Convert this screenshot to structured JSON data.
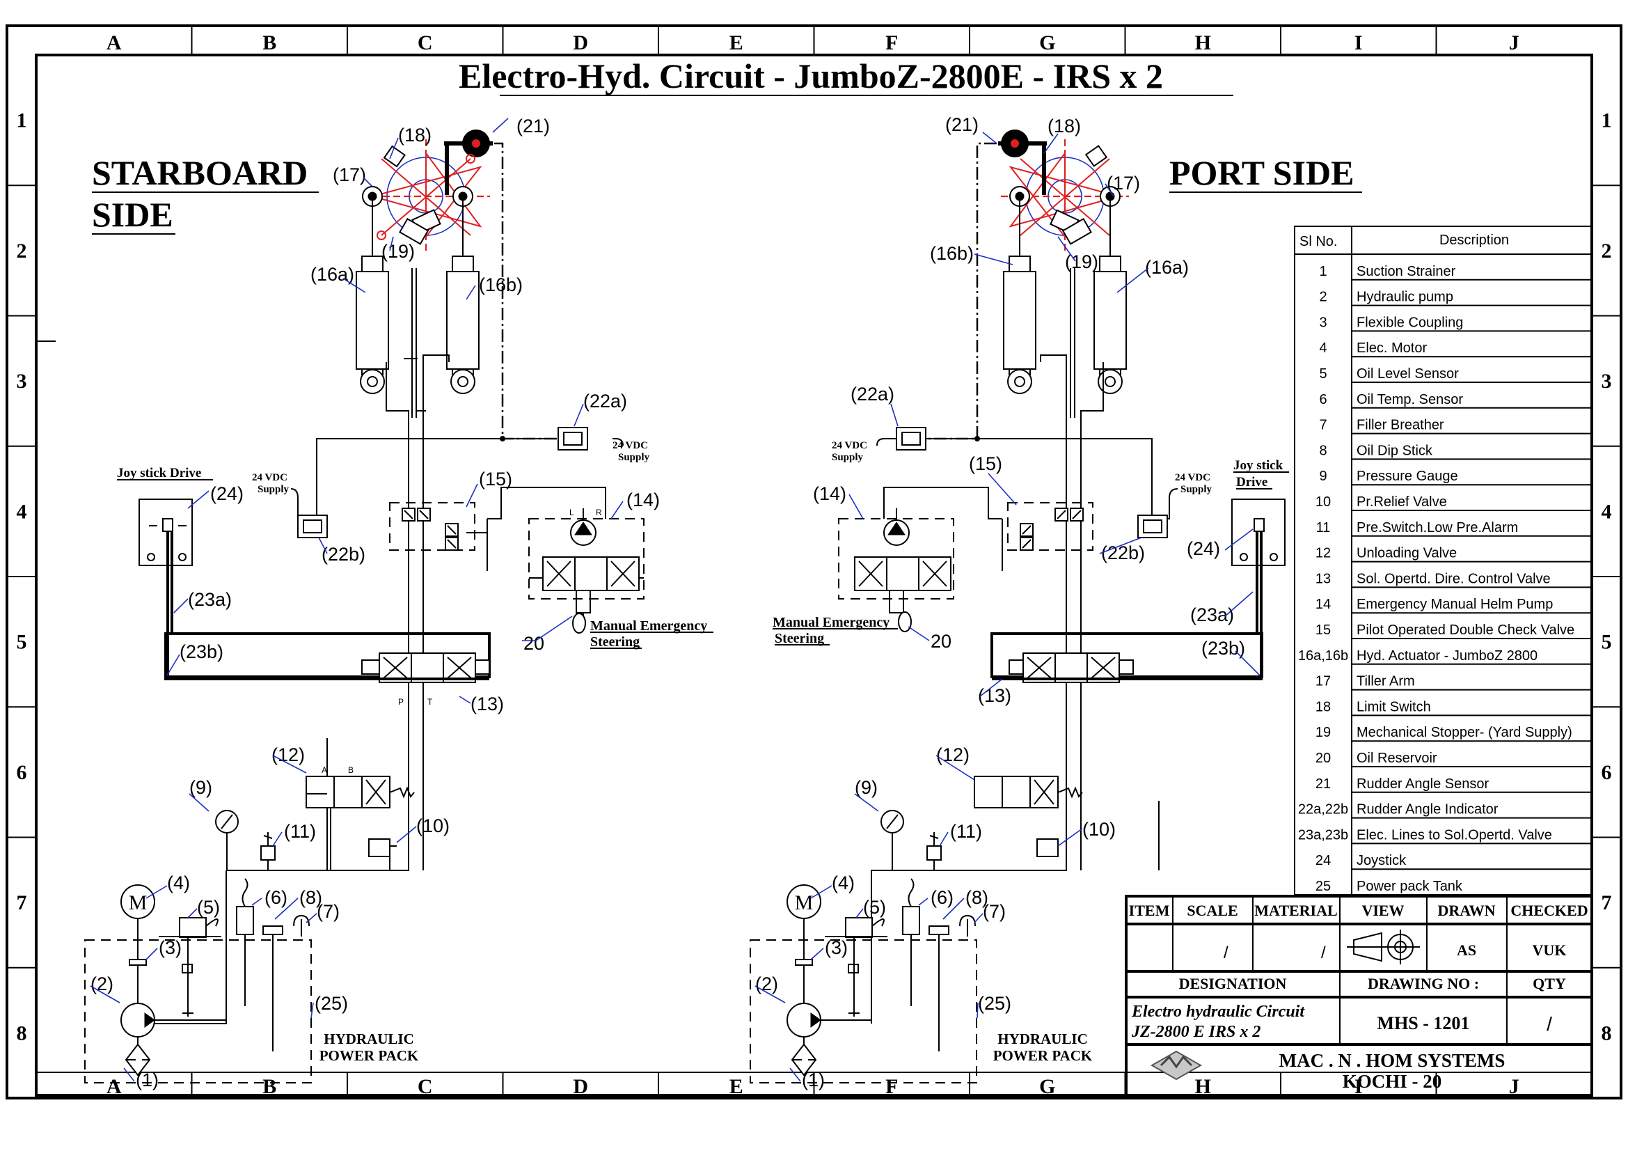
{
  "title": "Electro-Hyd. Circuit - JumboZ-2800E - IRS x 2",
  "grid": {
    "columns": [
      "A",
      "B",
      "C",
      "D",
      "E",
      "F",
      "G",
      "H",
      "I",
      "J"
    ],
    "rows": [
      "1",
      "2",
      "3",
      "4",
      "5",
      "6",
      "7",
      "8"
    ]
  },
  "starboard": {
    "heading_line1": "STARBOARD",
    "heading_line2": "SIDE",
    "joystick_label": "Joy stick Drive",
    "supply_a": [
      "24 VDC",
      "Supply"
    ],
    "supply_b": [
      "24 VDC",
      "Supply"
    ],
    "manual_emergency": [
      "Manual Emergency",
      "Steering"
    ],
    "power_pack": [
      "HYDRAULIC",
      "POWER PACK"
    ],
    "callouts": {
      "c1": "(1)",
      "c2": "(2)",
      "c3": "(3)",
      "c4": "(4)",
      "c5": "(5)",
      "c6": "(6)",
      "c7": "(7)",
      "c8": "(8)",
      "c9": "(9)",
      "c10": "(10)",
      "c11": "(11)",
      "c12": "(12)",
      "c13": "(13)",
      "c14": "(14)",
      "c15": "(15)",
      "c16a": "(16a)",
      "c16b": "(16b)",
      "c17": "(17)",
      "c18": "(18)",
      "c19": "(19)",
      "c20": "20",
      "c21": "(21)",
      "c22a": "(22a)",
      "c22b": "(22b)",
      "c23a": "(23a)",
      "c23b": "(23b)",
      "c24": "(24)",
      "c25": "(25)"
    }
  },
  "port": {
    "heading": "PORT SIDE",
    "joystick_label": [
      "Joy stick",
      "Drive"
    ],
    "supply_a": [
      "24 VDC",
      "Supply"
    ],
    "supply_b": [
      "24 VDC",
      "Supply"
    ],
    "manual_emergency": [
      "Manual Emergency",
      "Steering"
    ],
    "power_pack": [
      "HYDRAULIC",
      "POWER PACK"
    ],
    "callouts": {
      "c1": "(1)",
      "c2": "(2)",
      "c3": "(3)",
      "c4": "(4)",
      "c5": "(5)",
      "c6": "(6)",
      "c7": "(7)",
      "c8": "(8)",
      "c9": "(9)",
      "c10": "(10)",
      "c11": "(11)",
      "c12": "(12)",
      "c13": "(13)",
      "c14": "(14)",
      "c15": "(15)",
      "c16a": "(16a)",
      "c16b": "(16b)",
      "c17": "(17)",
      "c18": "(18)",
      "c19": "(19)",
      "c20": "20",
      "c21": "(21)",
      "c22a": "(22a)",
      "c22b": "(22b)",
      "c23a": "(23a)",
      "c23b": "(23b)",
      "c24": "(24)",
      "c25": "(25)"
    }
  },
  "port_letters": {
    "p": "P",
    "t": "T",
    "a": "A",
    "b": "B",
    "l": "L",
    "r": "R"
  },
  "parts_list": {
    "headers": [
      "Sl No.",
      "Description"
    ],
    "rows": [
      [
        "1",
        "Suction Strainer"
      ],
      [
        "2",
        "Hydraulic pump"
      ],
      [
        "3",
        "Flexible Coupling"
      ],
      [
        "4",
        "Elec. Motor"
      ],
      [
        "5",
        "Oil Level Sensor"
      ],
      [
        "6",
        "Oil Temp. Sensor"
      ],
      [
        "7",
        "Filler Breather"
      ],
      [
        "8",
        "Oil Dip Stick"
      ],
      [
        "9",
        "Pressure Gauge"
      ],
      [
        "10",
        "Pr.Relief Valve"
      ],
      [
        "11",
        "Pre.Switch.Low Pre.Alarm"
      ],
      [
        "12",
        "Unloading Valve"
      ],
      [
        "13",
        "Sol. Opertd. Dire. Control Valve"
      ],
      [
        "14",
        "Emergency Manual Helm Pump"
      ],
      [
        "15",
        "Pilot Operated Double Check Valve"
      ],
      [
        "16a,16b",
        "Hyd. Actuator - JumboZ 2800"
      ],
      [
        "17",
        "Tiller Arm"
      ],
      [
        "18",
        "Limit Switch"
      ],
      [
        "19",
        "Mechanical Stopper- (Yard Supply)"
      ],
      [
        "20",
        "Oil Reservoir"
      ],
      [
        "21",
        "Rudder Angle Sensor"
      ],
      [
        "22a,22b",
        "Rudder Angle Indicator"
      ],
      [
        "23a,23b",
        "Elec. Lines to Sol.Opertd. Valve"
      ],
      [
        "24",
        "Joystick"
      ],
      [
        "25",
        "Power pack Tank"
      ]
    ]
  },
  "title_block": {
    "item": "ITEM",
    "scale": "SCALE",
    "material": "MATERIAL",
    "view": "VIEW",
    "drawn": "DRAWN",
    "checked": "CHECKED",
    "scale_value": "/",
    "material_value": "/",
    "drawn_value": "AS",
    "checked_value": "VUK",
    "designation": "DESIGNATION",
    "drawing_no": "DRAWING  NO :",
    "qty": "QTY",
    "designation_line1": "Electro hydraulic Circuit",
    "designation_line2": "JZ-2800 E IRS x 2",
    "drawing_no_value": "MHS - 1201",
    "qty_value": "/",
    "company_line1": "MAC . N . HOM  SYSTEMS",
    "company_line2": "KOCHI - 20"
  }
}
